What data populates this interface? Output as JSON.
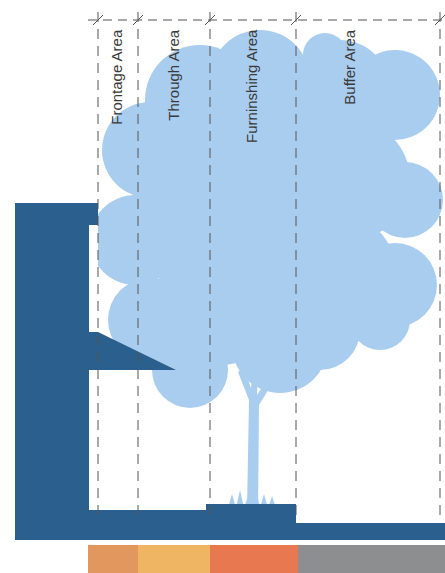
{
  "diagram": {
    "labels": [
      "Frontage Area",
      "Through Area",
      "Furninshing Area",
      "Buffer Area"
    ]
  }
}
